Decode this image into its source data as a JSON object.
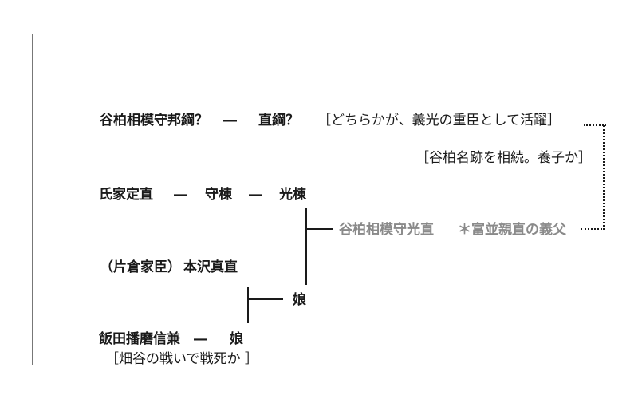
{
  "colors": {
    "ink": "#1a1a1a",
    "muted_name": "#8a8a8a",
    "frame_border": "#777777"
  },
  "tree": {
    "generation1": {
      "name_a": "谷柏相模守邦綱？",
      "dash": "―",
      "name_b": "直綱？",
      "note": "［どちらかが、義光の重臣として活躍］"
    },
    "succession_note": "［谷柏名跡を相続。養子か］",
    "ujiie_line": {
      "name_a": "氏家定直",
      "dash_a": "―",
      "name_b": "守棟",
      "dash_b": "―",
      "name_c": "光棟"
    },
    "mitsunao": {
      "name": "谷柏相模守光直",
      "note": "＊富並親直の義父"
    },
    "motozawa": {
      "affiliation": "（片倉家臣）",
      "name": "本沢真直"
    },
    "daughter_upper": "娘",
    "iida_line": {
      "name": "飯田播磨信兼",
      "dash": "―",
      "daughter": "娘",
      "note": "［畑谷の戦いで戦死か ］"
    }
  }
}
